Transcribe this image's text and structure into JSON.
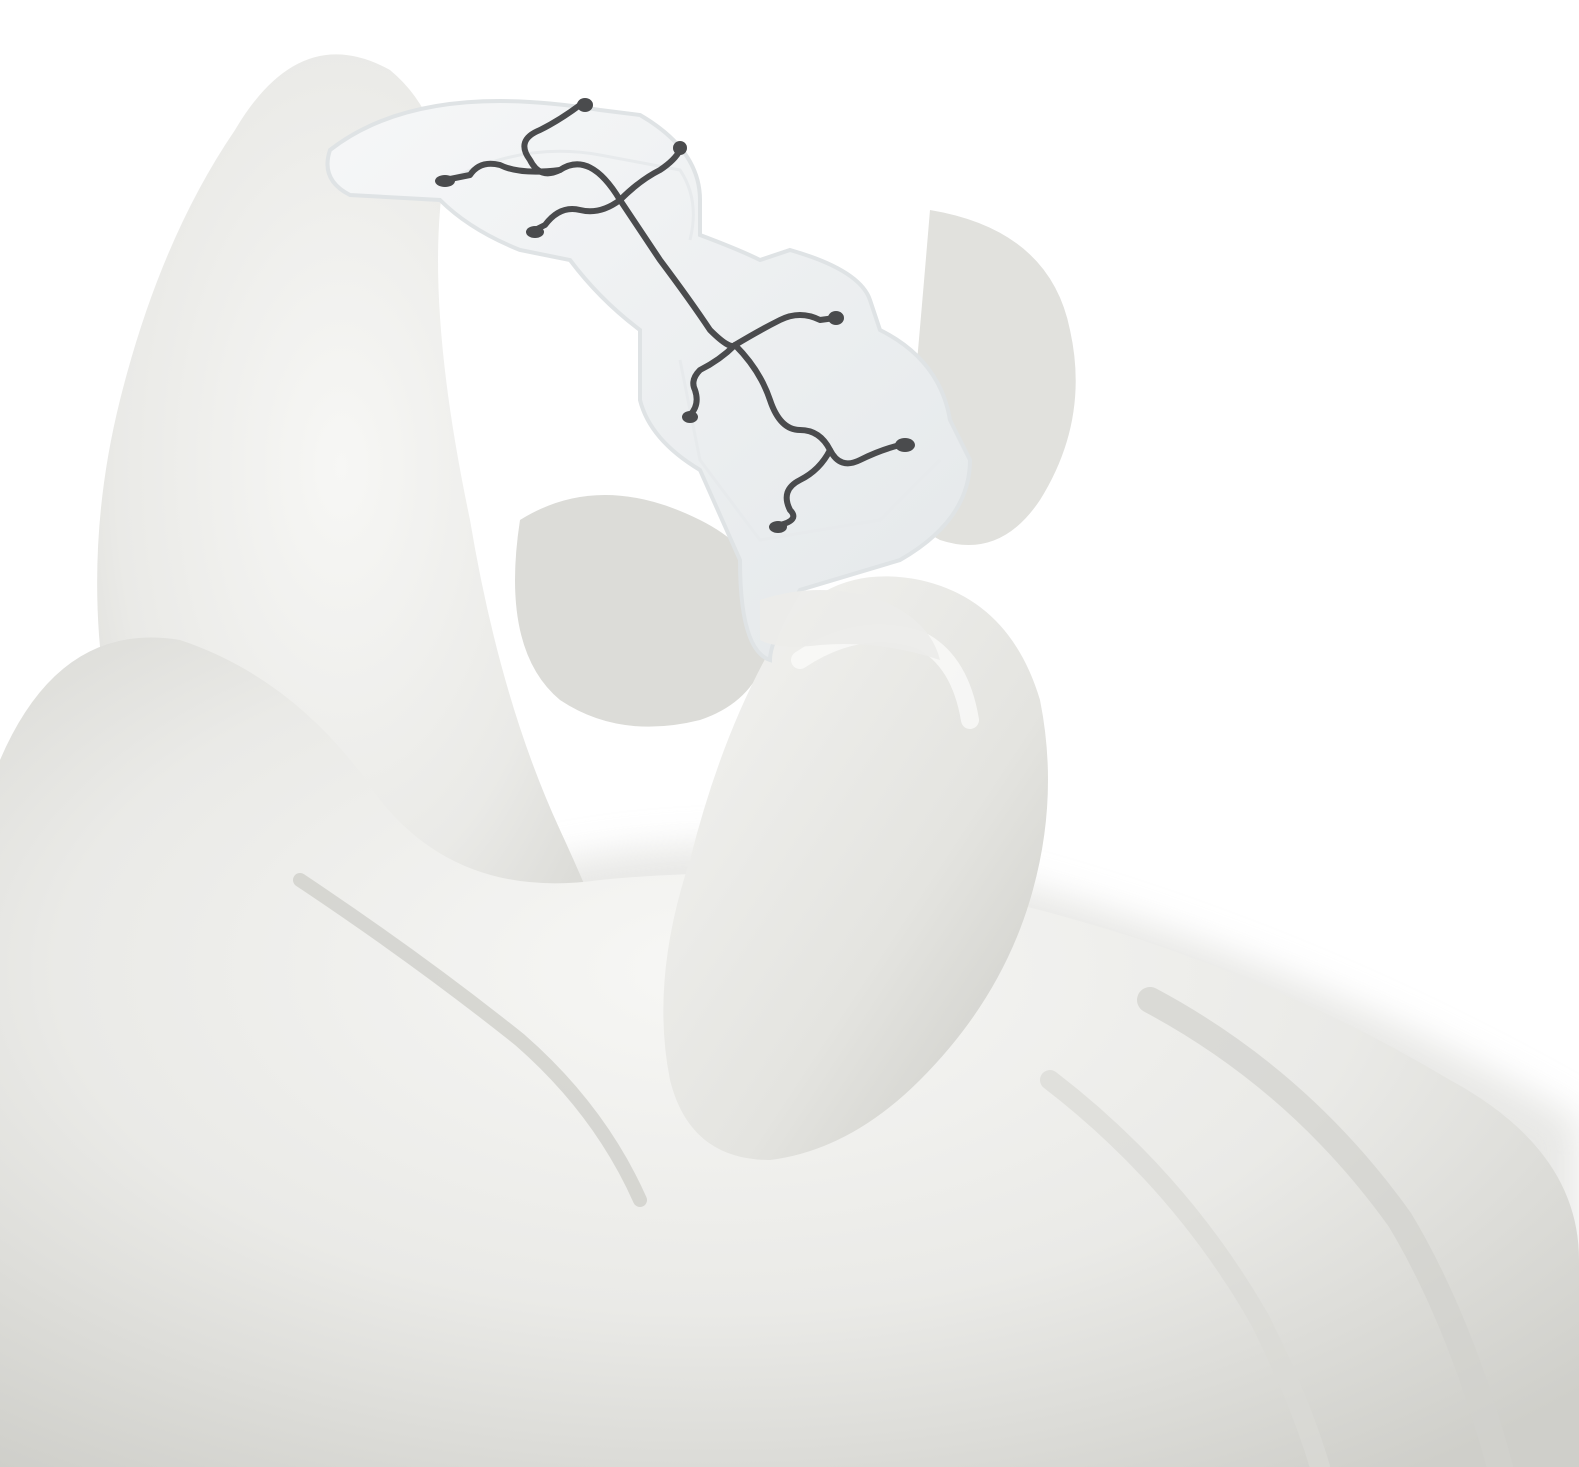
{
  "scene": {
    "subject": "gloved-hand-holding-flexible-microfluidic-patch",
    "colors": {
      "background": "#ffffff",
      "glove": "#eeeeec",
      "glove_shadow": "#d6d6d2",
      "glove_deep_shadow": "#bdbdb8",
      "patch": "#f1f3f4",
      "patch_edge": "#dfe3e5",
      "channel": "#4a4b4d"
    },
    "elements": {
      "glove": "latex-glove",
      "patch": "skin-patch-device",
      "channels": "microfluidic-channels"
    }
  }
}
